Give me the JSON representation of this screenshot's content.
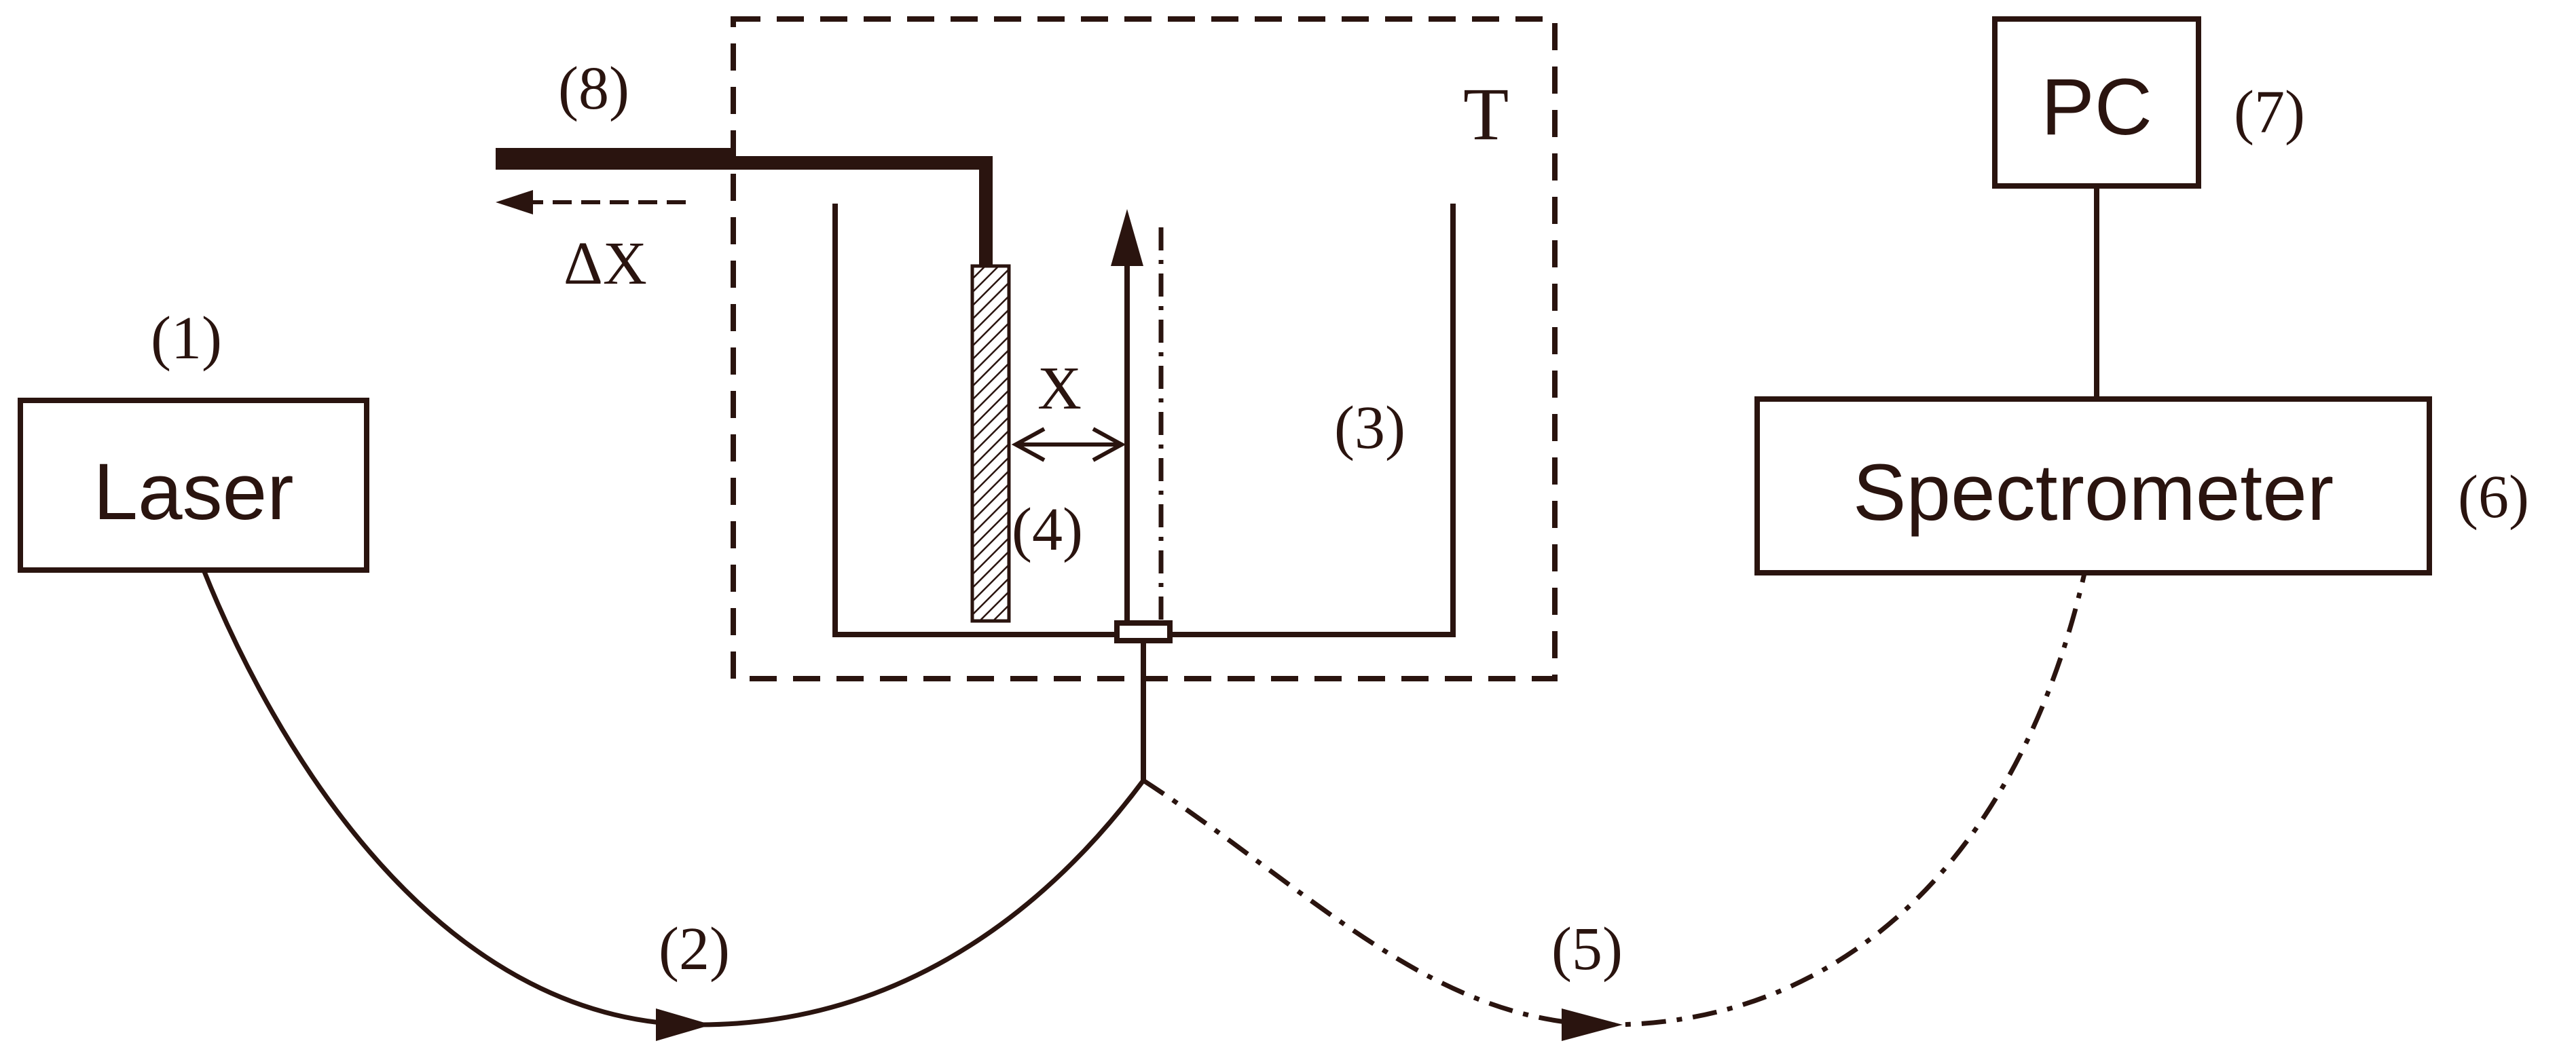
{
  "diagram": {
    "labels": {
      "laser_number": "(1)",
      "laser_box": "Laser",
      "fiber_in_number": "(2)",
      "vessel_number": "(3)",
      "sample_number": "(4)",
      "fiber_out_number": "(5)",
      "spectrometer_number": "(6)",
      "spectrometer_box": "Spectrometer",
      "pc_number": "(7)",
      "pc_box": "PC",
      "stage_number": "(8)",
      "delta_x": "ΔX",
      "distance_x": "X",
      "temperature": "T"
    },
    "colors": {
      "ink": "#2a140f",
      "background": "#ffffff",
      "hatch": "#2a140f"
    }
  }
}
